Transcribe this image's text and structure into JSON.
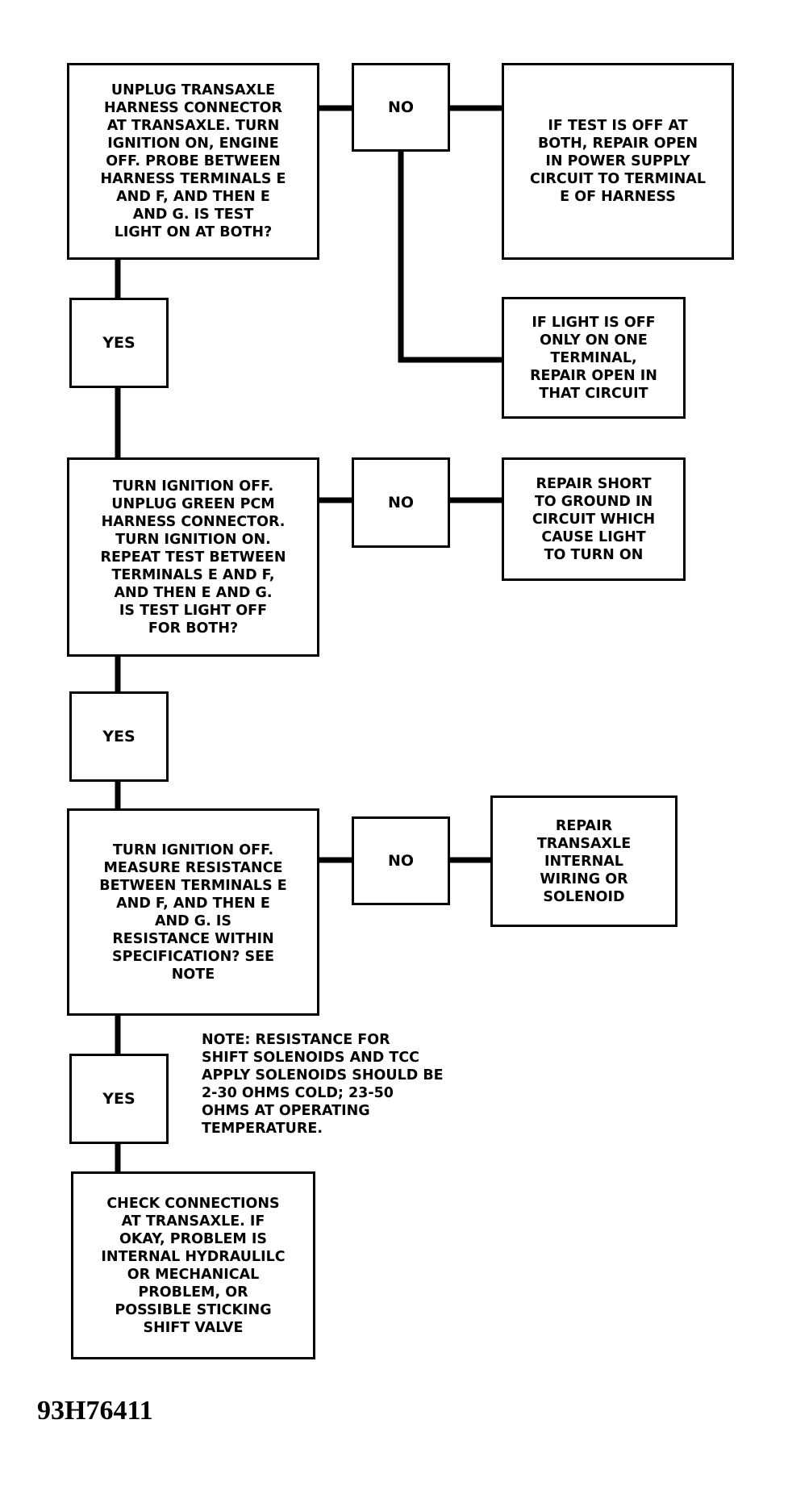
{
  "steps": [
    {
      "text": "UNPLUG TRANSAXLE\nHARNESS CONNECTOR\nAT TRANSAXLE. TURN\nIGNITION ON, ENGINE\nOFF. PROBE BETWEEN\nHARNESS TERMINALS E\nAND F, AND THEN E\nAND G. IS TEST\nLIGHT ON AT BOTH?"
    },
    {
      "text": "TURN IGNITION OFF.\nUNPLUG GREEN PCM\nHARNESS CONNECTOR.\nTURN IGNITION ON.\nREPEAT TEST BETWEEN\nTERMINALS E AND F,\nAND THEN E AND G.\nIS TEST LIGHT OFF\nFOR BOTH?"
    },
    {
      "text": "TURN IGNITION OFF.\nMEASURE RESISTANCE\nBETWEEN TERMINALS E\nAND F, AND THEN E\nAND G. IS\nRESISTANCE WITHIN\nSPECIFICATION? SEE\nNOTE"
    },
    {
      "text": "CHECK CONNECTIONS\nAT TRANSAXLE. IF\nOKAY, PROBLEM IS\nINTERNAL HYDRAULILC\nOR MECHANICAL\nPROBLEM, OR\nPOSSIBLE STICKING\nSHIFT VALVE"
    }
  ],
  "answers": {
    "yes": "YES",
    "no": "NO"
  },
  "results": [
    {
      "text": "IF TEST IS OFF AT\nBOTH, REPAIR OPEN\nIN POWER SUPPLY\nCIRCUIT TO TERMINAL\nE OF HARNESS"
    },
    {
      "text": "IF LIGHT IS OFF\nONLY ON ONE\nTERMINAL,\nREPAIR OPEN IN\nTHAT CIRCUIT"
    },
    {
      "text": "REPAIR SHORT\nTO GROUND IN\nCIRCUIT WHICH\nCAUSE LIGHT\nTO TURN ON"
    },
    {
      "text": "REPAIR\nTRANSAXLE\nINTERNAL\nWIRING OR\nSOLENOID"
    }
  ],
  "note": "NOTE: RESISTANCE FOR\nSHIFT SOLENOIDS AND TCC\nAPPLY SOLENOIDS SHOULD BE\n2-30 OHMS COLD; 23-50\nOHMS AT OPERATING\nTEMPERATURE.",
  "figure_id": "93H76411"
}
